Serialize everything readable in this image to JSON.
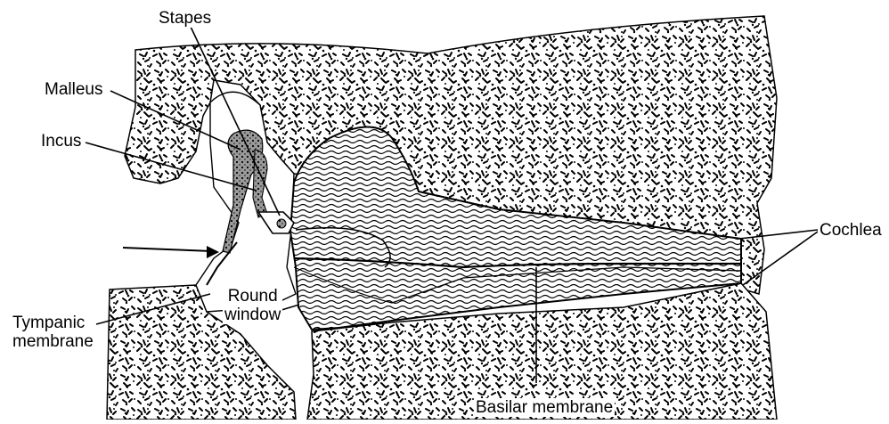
{
  "diagram": {
    "labels": {
      "stapes": "Stapes",
      "malleus": "Malleus",
      "incus": "Incus",
      "cochlea": "Cochlea",
      "round_window_line1": "Round",
      "round_window_line2": "window",
      "tympanic_line1": "Tympanic",
      "tympanic_line2": "membrane",
      "basilar_membrane": "Basilar membrane"
    },
    "colors": {
      "ink": "#000000",
      "paper": "#ffffff",
      "fluid_line": "#1a1a1a",
      "bone_fill": "#ffffff"
    }
  }
}
